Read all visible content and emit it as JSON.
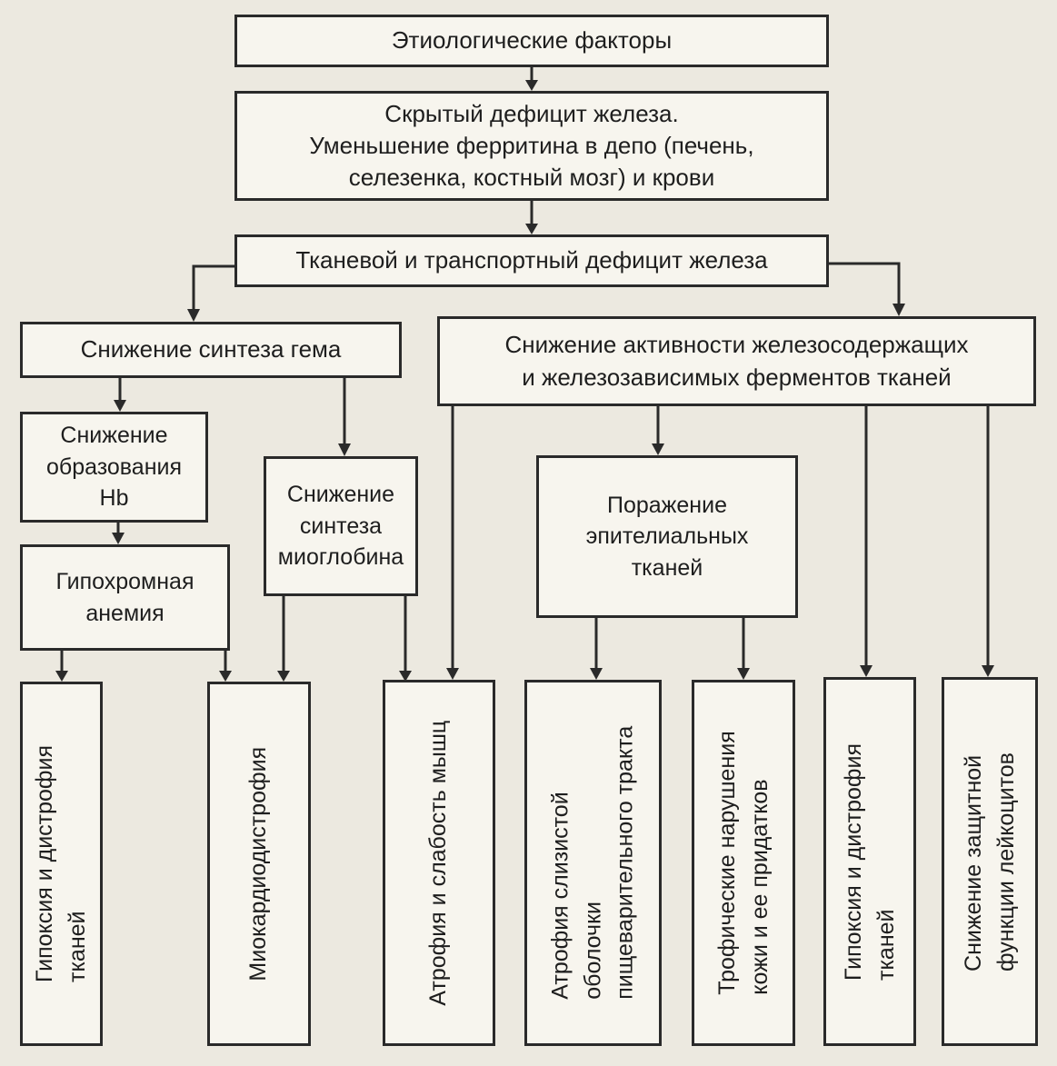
{
  "nodes": {
    "etiology": "Этиологические факторы",
    "latent": [
      "Скрытый дефицит железа.",
      "Уменьшение ферритина в депо (печень,",
      "селезенка, костный мозг) и крови"
    ],
    "tissue_transport": "Тканевой и транспортный дефицит железа",
    "heme": "Снижение синтеза гема",
    "enzymes": [
      "Снижение активности железосодержащих",
      "и железозависимых ферментов тканей"
    ],
    "hb": [
      "Снижение",
      "образования",
      "Hb"
    ],
    "myoglobin": [
      "Снижение",
      "синтеза",
      "миоглобина"
    ],
    "epithelial": [
      "Поражение",
      "эпителиальных",
      "тканей"
    ],
    "anemia": [
      "Гипохромная",
      "анемия"
    ]
  },
  "outcomes": [
    [
      "Гипоксия и дистрофия",
      "тканей"
    ],
    [
      "Миокардиодистрофия"
    ],
    [
      "Атрофия и слабость мышц"
    ],
    [
      "Атрофия слизистой",
      "оболочки",
      "пищеварительного тракта"
    ],
    [
      "Трофические нарушения",
      "кожи и ее придатков"
    ],
    [
      "Гипоксия и дистрофия",
      "тканей"
    ],
    [
      "Снижение защитной",
      "функции лейкоцитов"
    ]
  ]
}
